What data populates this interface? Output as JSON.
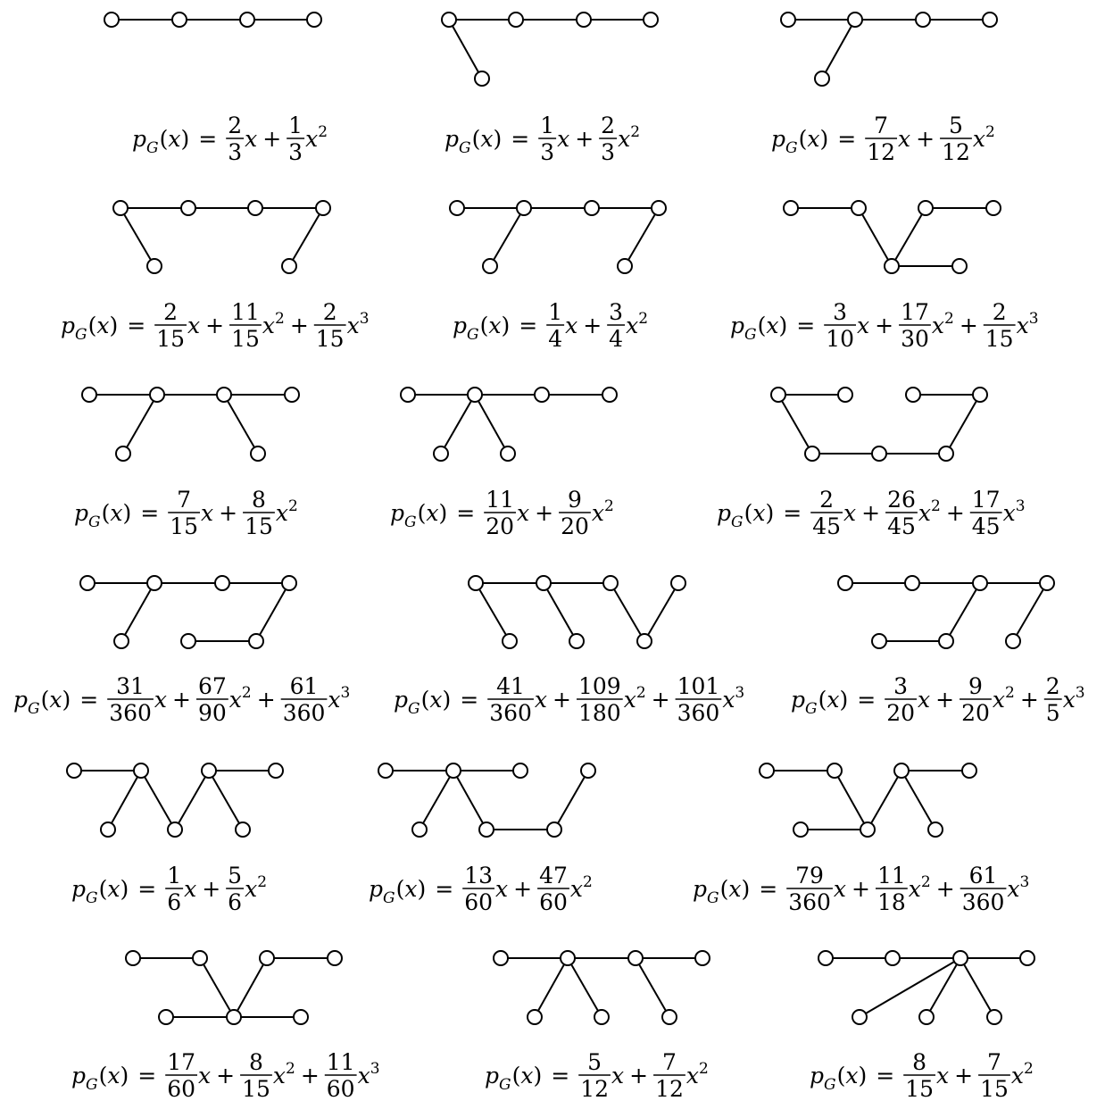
{
  "variable": "x",
  "function_name": "p",
  "function_subscript": "G",
  "graphs": [
    {
      "id": "g1",
      "vertices": 4,
      "edges": [
        [
          0,
          1
        ],
        [
          1,
          2
        ],
        [
          2,
          3
        ]
      ],
      "terms": [
        {
          "num": "2",
          "den": "3",
          "power": 1
        },
        {
          "num": "1",
          "den": "3",
          "power": 2
        }
      ]
    },
    {
      "id": "g2",
      "vertices": 5,
      "edges": [
        [
          0,
          1
        ],
        [
          1,
          2
        ],
        [
          2,
          3
        ],
        [
          0,
          4
        ]
      ],
      "terms": [
        {
          "num": "1",
          "den": "3",
          "power": 1
        },
        {
          "num": "2",
          "den": "3",
          "power": 2
        }
      ]
    },
    {
      "id": "g3",
      "vertices": 5,
      "edges": [
        [
          0,
          1
        ],
        [
          1,
          2
        ],
        [
          2,
          3
        ],
        [
          1,
          4
        ]
      ],
      "terms": [
        {
          "num": "7",
          "den": "12",
          "power": 1
        },
        {
          "num": "5",
          "den": "12",
          "power": 2
        }
      ]
    },
    {
      "id": "g4",
      "vertices": 6,
      "edges": [
        [
          0,
          1
        ],
        [
          1,
          2
        ],
        [
          2,
          3
        ],
        [
          0,
          4
        ],
        [
          3,
          5
        ]
      ],
      "terms": [
        {
          "num": "2",
          "den": "15",
          "power": 1
        },
        {
          "num": "11",
          "den": "15",
          "power": 2
        },
        {
          "num": "2",
          "den": "15",
          "power": 3
        }
      ]
    },
    {
      "id": "g5",
      "vertices": 6,
      "edges": [
        [
          0,
          1
        ],
        [
          1,
          2
        ],
        [
          2,
          3
        ],
        [
          1,
          4
        ],
        [
          3,
          5
        ]
      ],
      "terms": [
        {
          "num": "1",
          "den": "4",
          "power": 1
        },
        {
          "num": "3",
          "den": "4",
          "power": 2
        }
      ]
    },
    {
      "id": "g6",
      "vertices": 6,
      "edges": [
        [
          0,
          1
        ],
        [
          1,
          4
        ],
        [
          4,
          2
        ],
        [
          2,
          3
        ],
        [
          4,
          5
        ]
      ],
      "terms": [
        {
          "num": "3",
          "den": "10",
          "power": 1
        },
        {
          "num": "17",
          "den": "30",
          "power": 2
        },
        {
          "num": "2",
          "den": "15",
          "power": 3
        }
      ]
    },
    {
      "id": "g7",
      "vertices": 6,
      "edges": [
        [
          0,
          1
        ],
        [
          1,
          2
        ],
        [
          2,
          3
        ],
        [
          1,
          4
        ],
        [
          2,
          5
        ]
      ],
      "terms": [
        {
          "num": "7",
          "den": "15",
          "power": 1
        },
        {
          "num": "8",
          "den": "15",
          "power": 2
        }
      ]
    },
    {
      "id": "g8",
      "vertices": 6,
      "edges": [
        [
          0,
          1
        ],
        [
          1,
          2
        ],
        [
          2,
          3
        ],
        [
          1,
          4
        ],
        [
          1,
          5
        ]
      ],
      "terms": [
        {
          "num": "11",
          "den": "20",
          "power": 1
        },
        {
          "num": "9",
          "den": "20",
          "power": 2
        }
      ]
    },
    {
      "id": "g9",
      "vertices": 7,
      "edges": [
        [
          0,
          1
        ],
        [
          2,
          3
        ],
        [
          0,
          4
        ],
        [
          4,
          5
        ],
        [
          5,
          6
        ],
        [
          6,
          3
        ]
      ],
      "terms": [
        {
          "num": "2",
          "den": "45",
          "power": 1
        },
        {
          "num": "26",
          "den": "45",
          "power": 2
        },
        {
          "num": "17",
          "den": "45",
          "power": 3
        }
      ]
    },
    {
      "id": "g10",
      "vertices": 7,
      "edges": [
        [
          0,
          1
        ],
        [
          1,
          2
        ],
        [
          2,
          3
        ],
        [
          1,
          4
        ],
        [
          5,
          6
        ],
        [
          6,
          3
        ]
      ],
      "terms": [
        {
          "num": "31",
          "den": "360",
          "power": 1
        },
        {
          "num": "67",
          "den": "90",
          "power": 2
        },
        {
          "num": "61",
          "den": "360",
          "power": 3
        }
      ]
    },
    {
      "id": "g11",
      "vertices": 7,
      "edges": [
        [
          0,
          1
        ],
        [
          1,
          2
        ],
        [
          0,
          4
        ],
        [
          1,
          5
        ],
        [
          2,
          6
        ],
        [
          6,
          3
        ]
      ],
      "terms": [
        {
          "num": "41",
          "den": "360",
          "power": 1
        },
        {
          "num": "109",
          "den": "180",
          "power": 2
        },
        {
          "num": "101",
          "den": "360",
          "power": 3
        }
      ]
    },
    {
      "id": "g12",
      "vertices": 7,
      "edges": [
        [
          0,
          1
        ],
        [
          1,
          2
        ],
        [
          2,
          3
        ],
        [
          4,
          5
        ],
        [
          5,
          2
        ],
        [
          3,
          6
        ]
      ],
      "terms": [
        {
          "num": "3",
          "den": "20",
          "power": 1
        },
        {
          "num": "9",
          "den": "20",
          "power": 2
        },
        {
          "num": "2",
          "den": "5",
          "power": 3
        }
      ]
    },
    {
      "id": "g13",
      "vertices": 7,
      "edges": [
        [
          0,
          1
        ],
        [
          1,
          4
        ],
        [
          1,
          5
        ],
        [
          5,
          2
        ],
        [
          2,
          3
        ],
        [
          2,
          6
        ]
      ],
      "terms": [
        {
          "num": "1",
          "den": "6",
          "power": 1
        },
        {
          "num": "5",
          "den": "6",
          "power": 2
        }
      ]
    },
    {
      "id": "g14",
      "vertices": 7,
      "edges": [
        [
          0,
          1
        ],
        [
          1,
          2
        ],
        [
          1,
          4
        ],
        [
          1,
          5
        ],
        [
          5,
          6
        ],
        [
          6,
          3
        ]
      ],
      "terms": [
        {
          "num": "13",
          "den": "60",
          "power": 1
        },
        {
          "num": "47",
          "den": "60",
          "power": 2
        }
      ]
    },
    {
      "id": "g15",
      "vertices": 7,
      "edges": [
        [
          0,
          1
        ],
        [
          1,
          5
        ],
        [
          4,
          5
        ],
        [
          5,
          2
        ],
        [
          2,
          3
        ],
        [
          2,
          6
        ]
      ],
      "terms": [
        {
          "num": "79",
          "den": "360",
          "power": 1
        },
        {
          "num": "11",
          "den": "18",
          "power": 2
        },
        {
          "num": "61",
          "den": "360",
          "power": 3
        }
      ]
    },
    {
      "id": "g16",
      "vertices": 7,
      "edges": [
        [
          0,
          1
        ],
        [
          1,
          5
        ],
        [
          5,
          2
        ],
        [
          2,
          3
        ],
        [
          4,
          5
        ],
        [
          5,
          6
        ]
      ],
      "terms": [
        {
          "num": "17",
          "den": "60",
          "power": 1
        },
        {
          "num": "8",
          "den": "15",
          "power": 2
        },
        {
          "num": "11",
          "den": "60",
          "power": 3
        }
      ]
    },
    {
      "id": "g17",
      "vertices": 7,
      "edges": [
        [
          0,
          1
        ],
        [
          1,
          2
        ],
        [
          2,
          3
        ],
        [
          1,
          4
        ],
        [
          1,
          5
        ],
        [
          2,
          6
        ]
      ],
      "terms": [
        {
          "num": "5",
          "den": "12",
          "power": 1
        },
        {
          "num": "7",
          "den": "12",
          "power": 2
        }
      ]
    },
    {
      "id": "g18",
      "vertices": 7,
      "edges": [
        [
          0,
          1
        ],
        [
          1,
          2
        ],
        [
          2,
          3
        ],
        [
          2,
          4
        ],
        [
          2,
          5
        ],
        [
          2,
          6
        ]
      ],
      "terms": [
        {
          "num": "8",
          "den": "15",
          "power": 1
        },
        {
          "num": "7",
          "den": "15",
          "power": 2
        }
      ]
    }
  ]
}
